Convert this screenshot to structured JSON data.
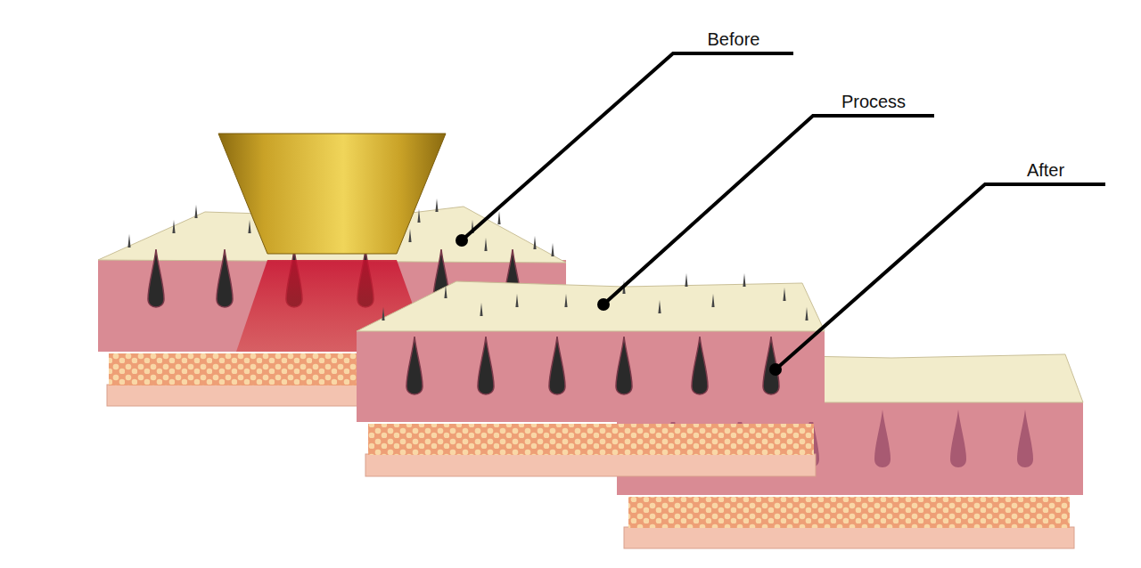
{
  "diagram": {
    "labels": [
      "Before",
      "Process",
      "After"
    ]
  }
}
